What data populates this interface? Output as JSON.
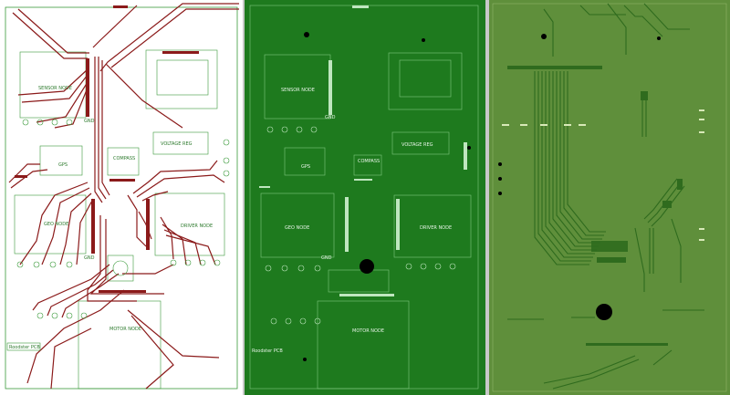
{
  "panels": [
    {
      "name": "pcb-top-layer",
      "labels": {
        "sensor": "SENSOR NODE",
        "gps": "GPS",
        "compass": "COMPASS",
        "voltage": "VOLTAGE REG",
        "geo": "GEO NODE",
        "driver": "DRIVER NODE",
        "motor": "MOTOR NODE",
        "gnd1": "GND",
        "gnd2": "GND",
        "title": "Roodster PCB"
      }
    },
    {
      "name": "pcb-silkscreen-layer",
      "labels": {
        "sensor": "SENSOR NODE",
        "gps": "GPS",
        "compass": "COMPASS",
        "voltage": "VOLTAGE REG",
        "geo": "GEO NODE",
        "driver": "DRIVER NODE",
        "motor": "MOTOR NODE",
        "gnd1": "GND",
        "gnd2": "GND",
        "title": "Roodster PCB"
      }
    },
    {
      "name": "pcb-bottom-layer",
      "labels": {}
    }
  ],
  "colors": {
    "panel1_bg": "#ffffff",
    "panel2_bg": "#1e7a1e",
    "panel3_bg": "#5f8f3b",
    "trace_top": "#8b1a1a",
    "outline_top": "#3a9a3a",
    "copper_bottom": "#2f6b1e",
    "drill": "#000000"
  }
}
